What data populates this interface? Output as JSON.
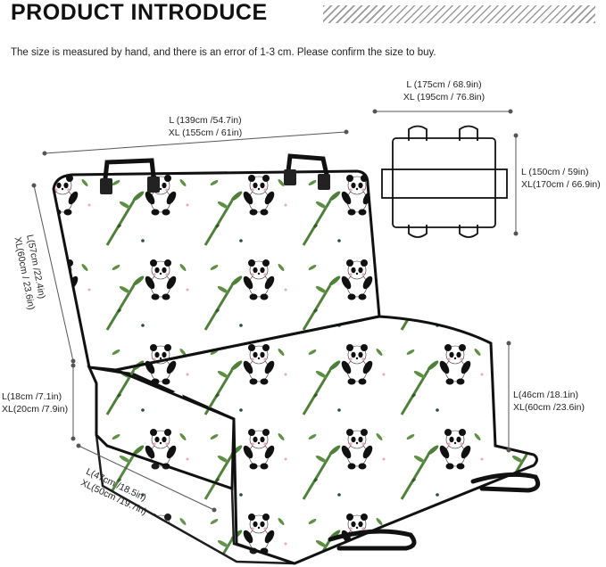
{
  "header": {
    "title": "PRODUCT INTRODUCE",
    "note": "The size is measured by hand, and there is an error of 1-3 cm. Please confirm the size to buy."
  },
  "dimensions": {
    "width_back_l": "L (139cm /54.7in)",
    "width_back_xl": "XL (155cm / 61in)",
    "height_back_l": "L(57cm /22.4in)",
    "height_back_xl": "XL(60cm / 23.6in)",
    "side_flap_l": "L(18cm /7.1in)",
    "side_flap_xl": "XL(20cm /7.9in)",
    "front_flap_l": "L(47cm /18.5in)",
    "front_flap_xl": "XL(50cm /19.7in)",
    "seat_depth_l": "L(46cm /18.1in)",
    "seat_depth_xl": "XL(60cm /23.6in)",
    "flat_width_l": "L (175cm / 68.9in)",
    "flat_width_xl": "XL (195cm / 76.8in)",
    "flat_length_l": "L (150cm / 59in)",
    "flat_length_xl": "XL(170cm / 66.9in)"
  },
  "colors": {
    "cover_fill": "#a9d8cb",
    "border": "#111111",
    "leaf": "#4f7f3a",
    "line": "#555555"
  }
}
